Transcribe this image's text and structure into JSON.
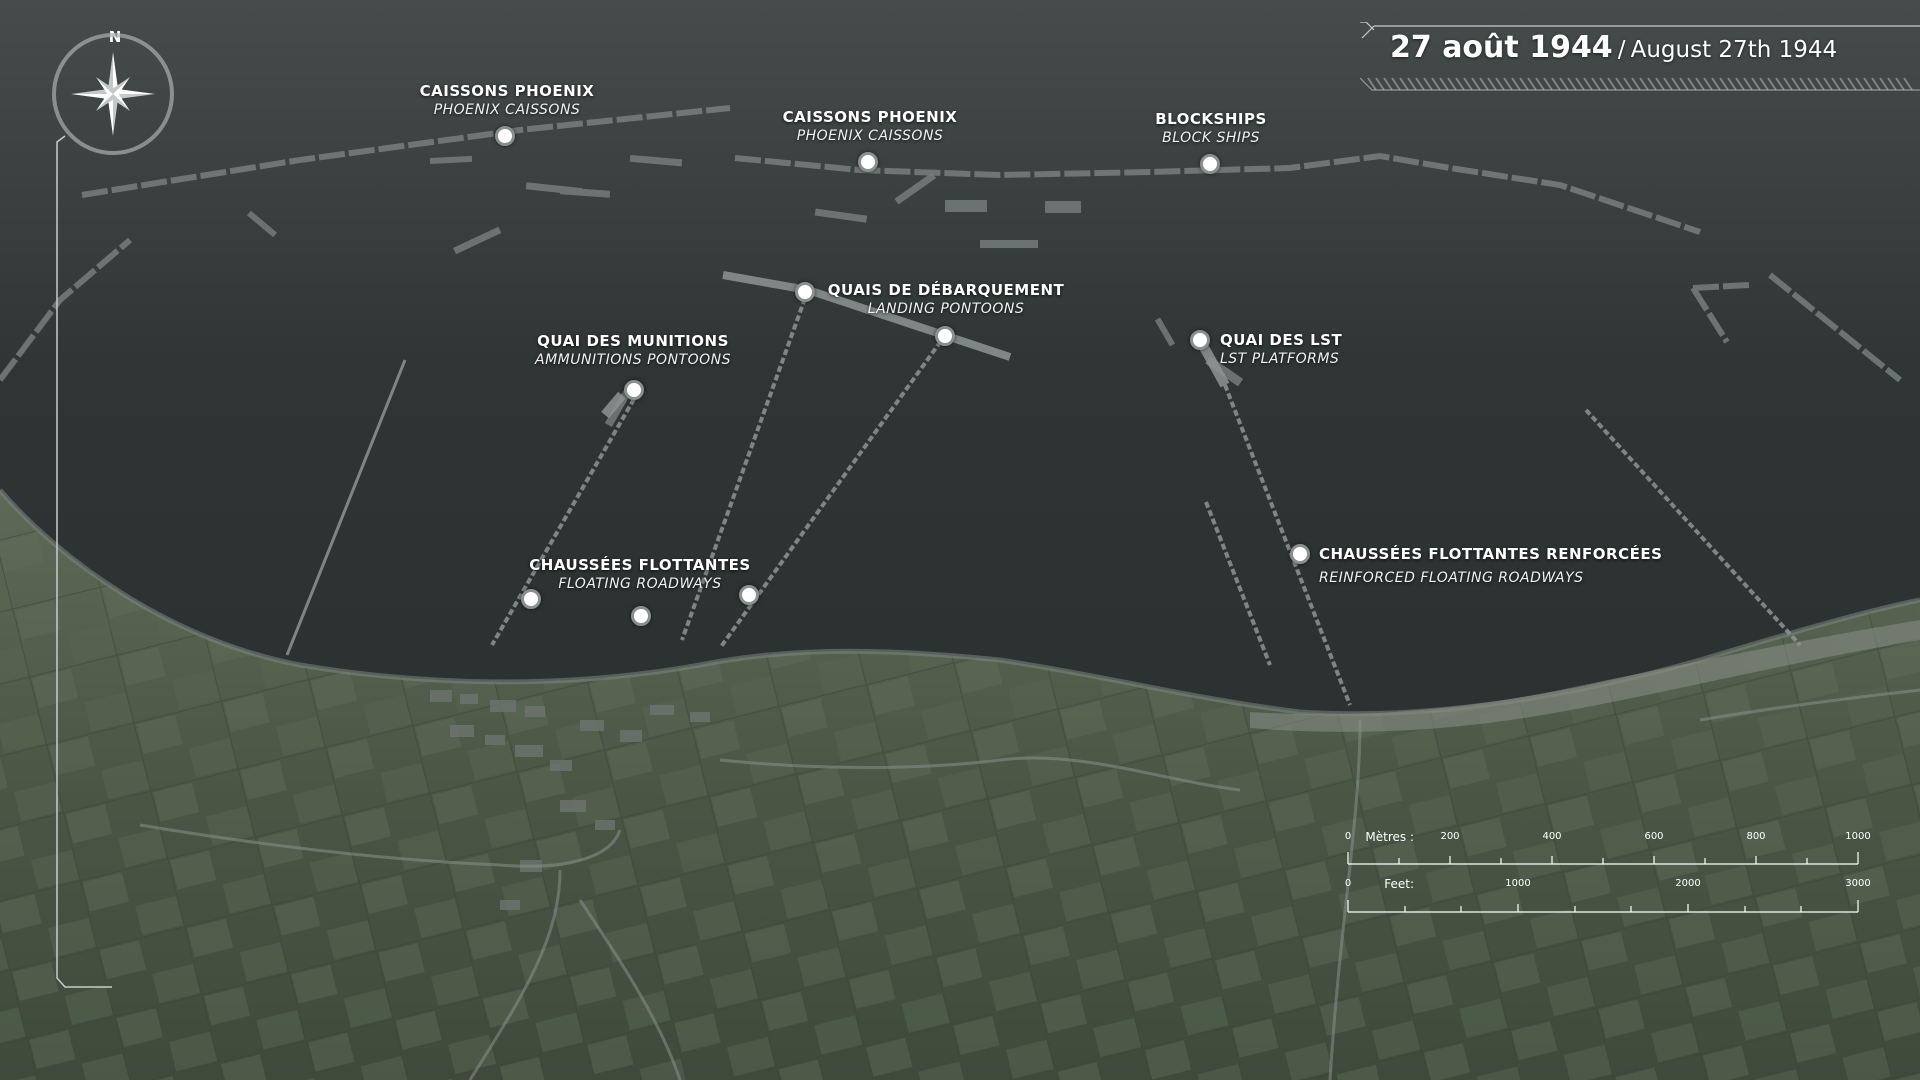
{
  "date": {
    "fr": "27 août 1944",
    "separator": "/",
    "en": "August 27th 1944"
  },
  "compass": {
    "north_label": "N"
  },
  "labels": {
    "caissons_west": {
      "fr": "CAISSONS PHOENIX",
      "en": "PHOENIX CAISSONS"
    },
    "caissons_center": {
      "fr": "CAISSONS PHOENIX",
      "en": "PHOENIX CAISSONS"
    },
    "blockships": {
      "fr": "BLOCKSHIPS",
      "en": "BLOCK SHIPS"
    },
    "landing_pontoons": {
      "fr": "QUAIS DE DÉBARQUEMENT",
      "en": "LANDING PONTOONS"
    },
    "ammunition_pontoons": {
      "fr": "QUAI DES MUNITIONS",
      "en": "AMMUNITIONS PONTOONS"
    },
    "lst_platforms": {
      "fr": "QUAI DES LST",
      "en": "LST PLATFORMS"
    },
    "floating_roadways": {
      "fr": "CHAUSSÉES FLOTTANTES",
      "en": "FLOATING ROADWAYS"
    },
    "reinforced_roadways": {
      "fr": "CHAUSSÉES FLOTTANTES RENFORCÉES",
      "en": "REINFORCED FLOATING ROADWAYS"
    }
  },
  "scale_bar": {
    "metres_label": "Mètres :",
    "metres_ticks": [
      "0",
      "200",
      "400",
      "600",
      "800",
      "1000"
    ],
    "feet_label": "Feet:",
    "feet_ticks": [
      "0",
      "1000",
      "2000",
      "3000"
    ]
  },
  "colors": {
    "sea": "#2b3030",
    "land": "#4f5c4a",
    "marker_ring": "#8a8f8f",
    "text": "#ffffff"
  }
}
